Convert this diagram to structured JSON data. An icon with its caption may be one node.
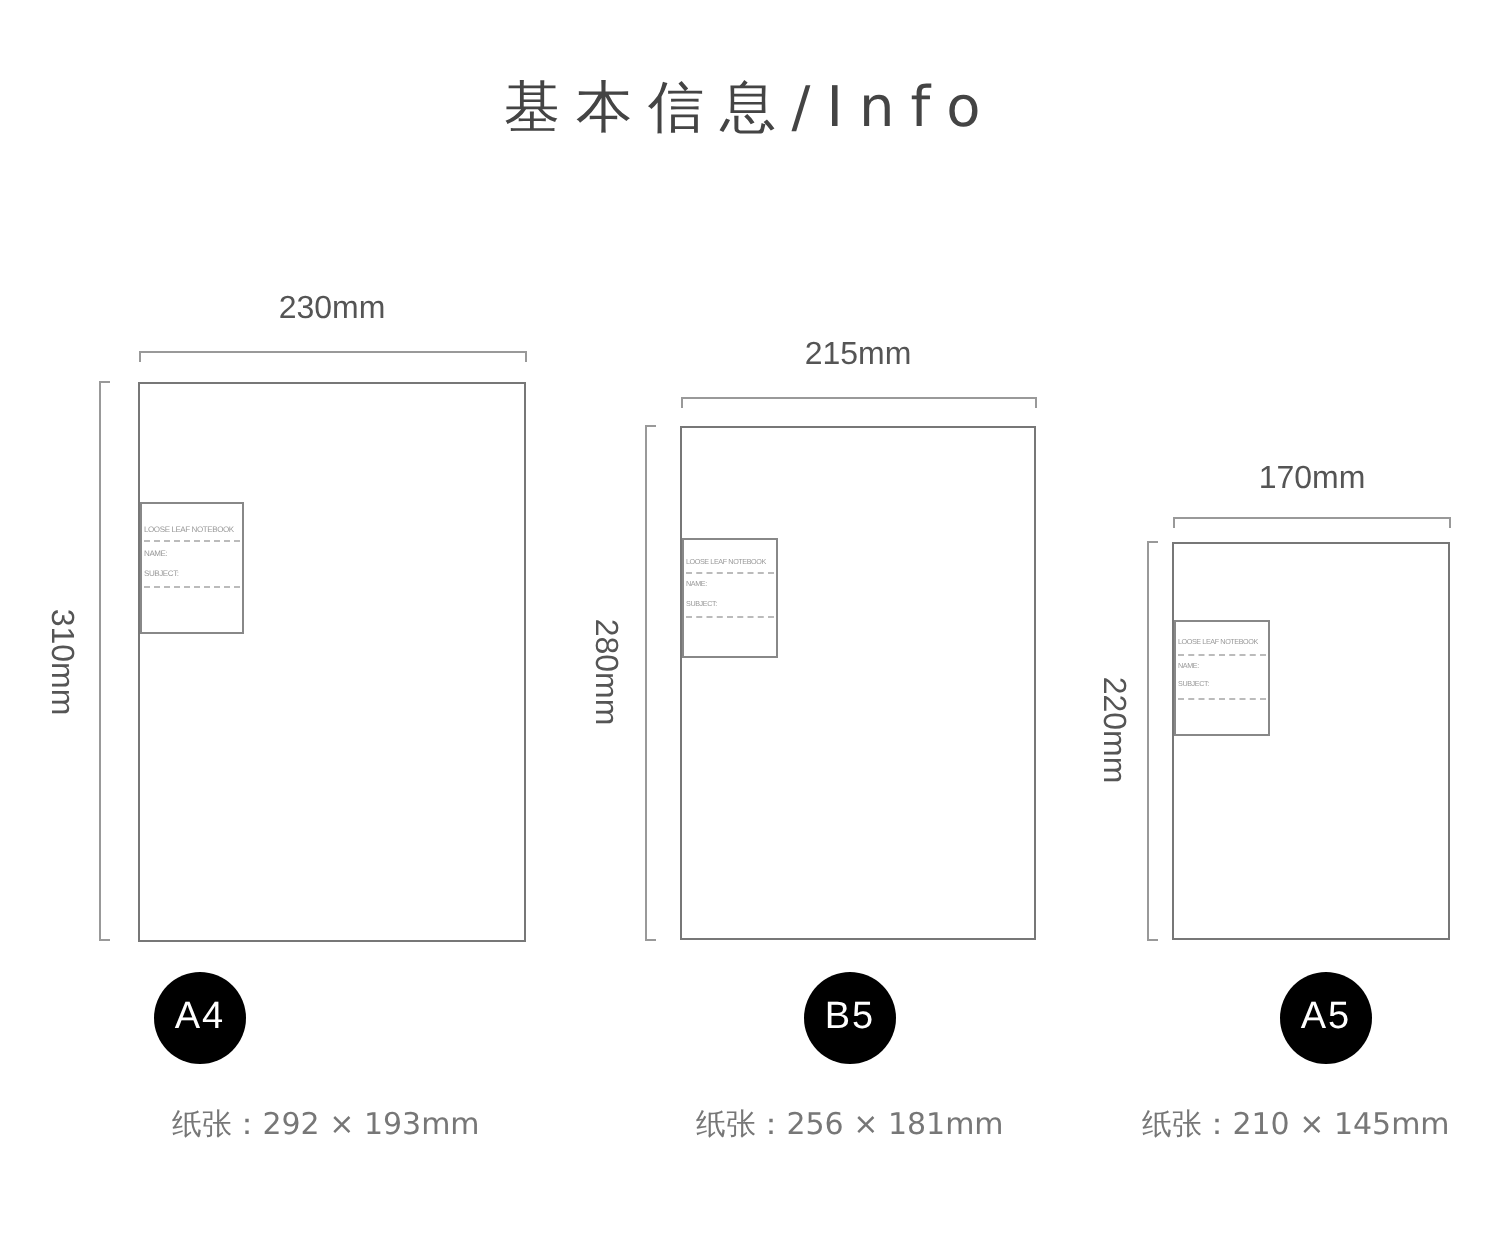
{
  "diagram": {
    "title": "基本信息/Info",
    "nodes": [
      {
        "text": [],
        "shape": "box"
      },
      {
        "text": [
          "LOOSE LEAF NOTEBOOK",
          "NAME:",
          "SUBJECT:"
        ],
        "in": 0
      },
      {
        "text": [],
        "shape": "box"
      },
      {
        "text": [
          "LOOSE LEAF NOTEBOOK",
          "NAME:",
          "SUBJECT:"
        ],
        "in": 2
      },
      {
        "text": [],
        "shape": "box"
      },
      {
        "text": [
          "LOOSE LEAF NOTEBOOK",
          "NAME:",
          "SUBJECT:"
        ],
        "in": 4
      },
      {
        "text": [
          "A4"
        ],
        "beside": [
          "纸张：292 × 193mm"
        ]
      },
      {
        "text": [
          "B5"
        ],
        "beside": [
          "纸张：256 × 181mm"
        ]
      },
      {
        "text": [
          "A5"
        ],
        "beside": [
          "纸张：210 × 145mm"
        ]
      }
    ],
    "labels": [
      "230mm",
      "215mm",
      "170mm",
      "310mm",
      "280mm",
      "220mm"
    ]
  }
}
